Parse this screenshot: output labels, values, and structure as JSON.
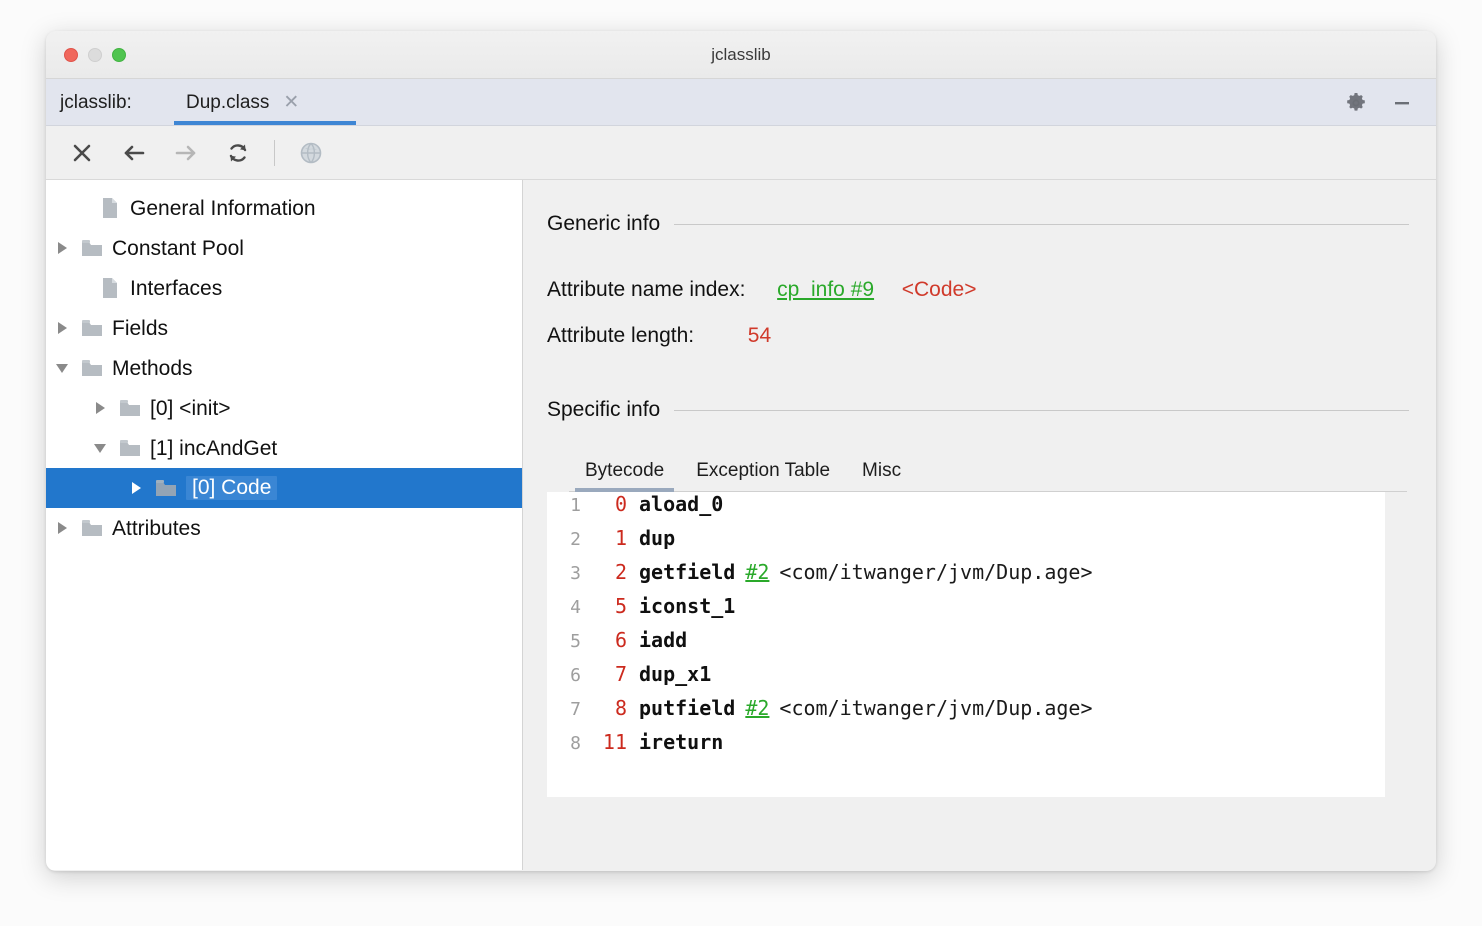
{
  "window": {
    "title": "jclasslib",
    "controls": {
      "close": "close-window",
      "minimize": "minimize-window",
      "zoom": "zoom-window"
    }
  },
  "tabbar": {
    "app_label": "jclasslib:",
    "tab_label": "Dup.class",
    "tab_close": "✕",
    "settings_icon": "gear-icon",
    "minimize_icon": "minimize-icon"
  },
  "toolbar": {
    "buttons": [
      {
        "name": "close-file-button",
        "icon": "close-icon",
        "enabled": true
      },
      {
        "name": "navigate-back-button",
        "icon": "arrow-left-icon",
        "enabled": true
      },
      {
        "name": "navigate-forward-button",
        "icon": "arrow-right-icon",
        "enabled": false
      },
      {
        "name": "reload-button",
        "icon": "refresh-icon",
        "enabled": true
      },
      {
        "name": "browse-web-button",
        "icon": "globe-icon",
        "enabled": false
      }
    ]
  },
  "tree": {
    "items": [
      {
        "label": "General Information",
        "icon": "document-icon",
        "twisty": "none",
        "indent": 0,
        "selected": false
      },
      {
        "label": "Constant Pool",
        "icon": "folder-icon",
        "twisty": "right",
        "indent": 0,
        "selected": false
      },
      {
        "label": "Interfaces",
        "icon": "document-icon",
        "twisty": "none",
        "indent": 0,
        "selected": false
      },
      {
        "label": "Fields",
        "icon": "folder-icon",
        "twisty": "right",
        "indent": 0,
        "selected": false
      },
      {
        "label": "Methods",
        "icon": "folder-icon",
        "twisty": "down",
        "indent": 0,
        "selected": false
      },
      {
        "label": "[0] <init>",
        "icon": "folder-icon",
        "twisty": "right",
        "indent": 1,
        "selected": false
      },
      {
        "label": "[1] incAndGet",
        "icon": "folder-icon",
        "twisty": "down",
        "indent": 1,
        "selected": false
      },
      {
        "label": "[0] Code",
        "icon": "folder-icon",
        "twisty": "right",
        "indent": 2,
        "selected": true
      },
      {
        "label": "Attributes",
        "icon": "folder-icon",
        "twisty": "right",
        "indent": 0,
        "selected": false
      }
    ]
  },
  "main": {
    "generic_info": {
      "heading": "Generic info",
      "attribute_name_index": {
        "label": "Attribute name index:",
        "link": "cp_info #9",
        "resolved": "<Code>"
      },
      "attribute_length": {
        "label": "Attribute length:",
        "value": "54"
      }
    },
    "specific_info": {
      "heading": "Specific info",
      "tabs": [
        {
          "label": "Bytecode",
          "active": true
        },
        {
          "label": "Exception Table",
          "active": false
        },
        {
          "label": "Misc",
          "active": false
        }
      ]
    },
    "bytecode": {
      "lines": [
        {
          "num": "1",
          "offset": "0",
          "opcode": "aload_0",
          "ref": "",
          "descriptor": ""
        },
        {
          "num": "2",
          "offset": "1",
          "opcode": "dup",
          "ref": "",
          "descriptor": ""
        },
        {
          "num": "3",
          "offset": "2",
          "opcode": "getfield",
          "ref": "#2",
          "descriptor": "<com/itwanger/jvm/Dup.age>"
        },
        {
          "num": "4",
          "offset": "5",
          "opcode": "iconst_1",
          "ref": "",
          "descriptor": ""
        },
        {
          "num": "5",
          "offset": "6",
          "opcode": "iadd",
          "ref": "",
          "descriptor": ""
        },
        {
          "num": "6",
          "offset": "7",
          "opcode": "dup_x1",
          "ref": "",
          "descriptor": ""
        },
        {
          "num": "7",
          "offset": "8",
          "opcode": "putfield",
          "ref": "#2",
          "descriptor": "<com/itwanger/jvm/Dup.age>"
        },
        {
          "num": "8",
          "offset": "11",
          "opcode": "ireturn",
          "ref": "",
          "descriptor": ""
        }
      ]
    }
  },
  "colors": {
    "accent_blue": "#3e86d4",
    "selection_blue": "#2277cc",
    "link_green": "#2aa92a",
    "value_red": "#d03a2b",
    "bytecode_offset_red": "#cc2a1e",
    "tabbar_bg": "#e2e5ee",
    "panel_bg": "#f0f0f0"
  }
}
